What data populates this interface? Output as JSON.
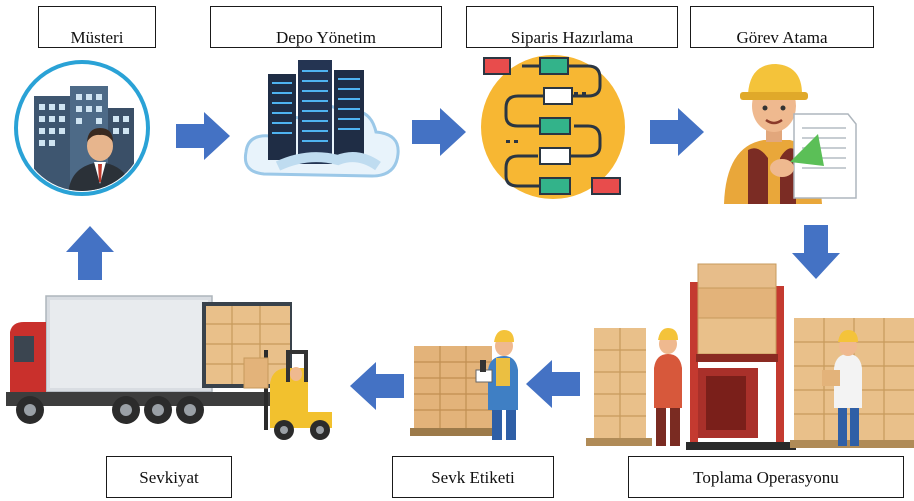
{
  "steps": {
    "musteri": "Müsteri",
    "depo": "Depo Yönetim",
    "siparis": "Siparis Hazırlama",
    "gorev": "Görev Atama",
    "toplama": "Toplama Operasyonu",
    "etiket": "Sevk Etiketi",
    "sevkiyat": "Sevkiyat"
  },
  "icons": {
    "customer": "customer-building-icon",
    "server": "server-cloud-icon",
    "flow": "process-flow-icon",
    "worker": "worker-clipboard-icon",
    "picking": "forklift-warehouse-icon",
    "label": "barcode-scanner-worker-icon",
    "truck": "truck-forklift-icon"
  },
  "colors": {
    "arrow": "#4472c4",
    "box": "#e3b77c",
    "red": "#c43a30"
  }
}
